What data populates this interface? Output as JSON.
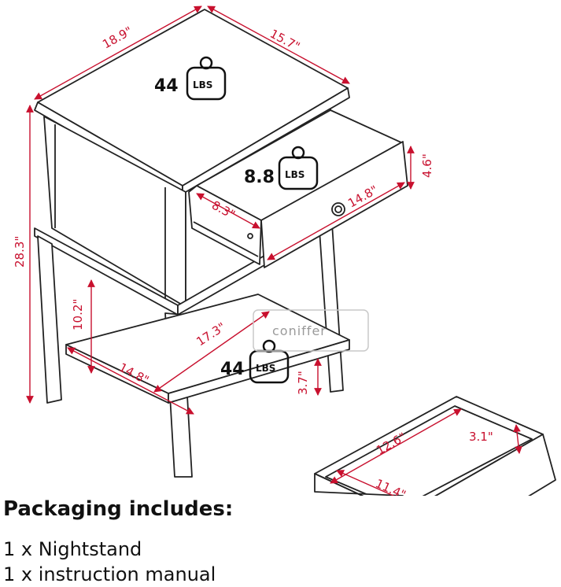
{
  "dimensions": {
    "top_width": "18.9\"",
    "top_depth": "15.7\"",
    "height": "28.3\"",
    "drawer_front_height": "4.6\"",
    "drawer_front_width": "14.8\"",
    "drawer_inner_depth": "8.3\"",
    "shelf_clearance": "10.2\"",
    "shelf_depth": "17.3\"",
    "shelf_width": "14.8\"",
    "leg_clearance": "3.7\"",
    "drawer_inner_length": "12.6\"",
    "drawer_inner_height": "3.1\"",
    "drawer_inner_width": "11.4\""
  },
  "weights": {
    "top": {
      "value": "44",
      "unit": "LBS"
    },
    "drawer": {
      "value": "8.8",
      "unit": "LBS"
    },
    "shelf": {
      "value": "44",
      "unit": "LBS"
    }
  },
  "watermark": "coniffer",
  "packaging": {
    "title": "Packaging includes:",
    "items": [
      "1 x Nightstand",
      "1 x instruction manual"
    ]
  },
  "colors": {
    "dimension": "#c8102e",
    "line": "#222222"
  }
}
